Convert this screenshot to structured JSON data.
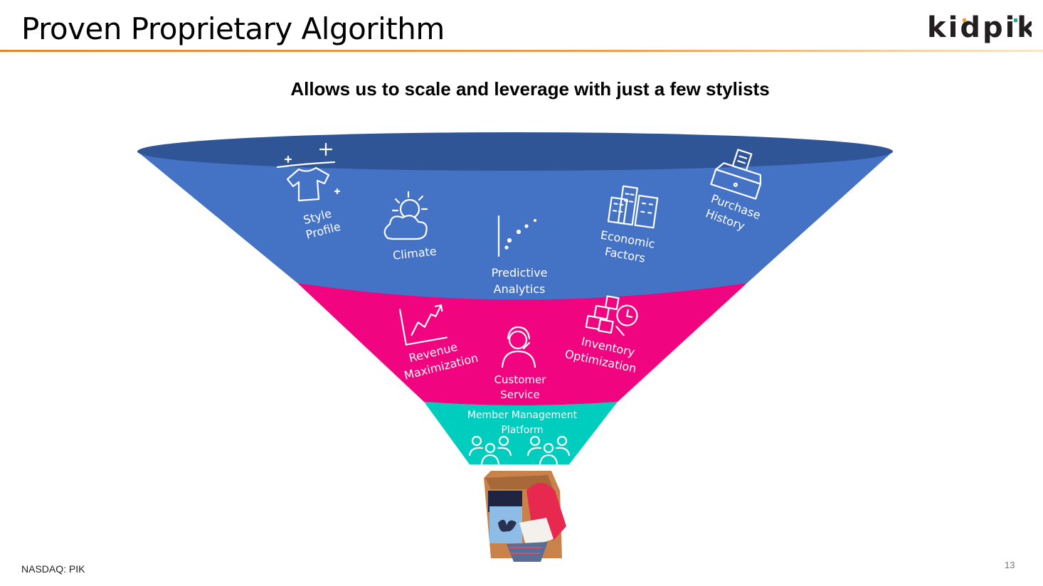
{
  "header": {
    "title": "Proven Proprietary Algorithm",
    "logo_text": "kidpik"
  },
  "subtitle": "Allows us to scale and leverage with just a few stylists",
  "funnel": {
    "top_layer": {
      "color": "#4472c4",
      "items": [
        {
          "line1": "Style",
          "line2": "Profile",
          "icon": "shirt-icon"
        },
        {
          "line1": "Climate",
          "icon": "sun-cloud-icon"
        },
        {
          "line1": "Predictive",
          "line2": "Analytics",
          "icon": "scatter-chart-icon"
        },
        {
          "line1": "Economic",
          "line2": "Factors",
          "icon": "buildings-icon"
        },
        {
          "line1": "Purchase",
          "line2": "History",
          "icon": "cash-register-icon"
        }
      ]
    },
    "middle_layer": {
      "color": "#f0047f",
      "items": [
        {
          "line1": "Revenue",
          "line2": "Maximization",
          "icon": "trend-chart-icon"
        },
        {
          "line1": "Customer",
          "line2": "Service",
          "icon": "headset-person-icon"
        },
        {
          "line1": "Inventory",
          "line2": "Optimization",
          "icon": "boxes-clock-icon"
        }
      ]
    },
    "bottom_layer": {
      "color": "#00cdbe",
      "line1": "Member Management",
      "line2": "Platform",
      "icon": "people-group-icon"
    }
  },
  "footer": {
    "ticker": "NASDAQ: PIK",
    "page": "13"
  }
}
